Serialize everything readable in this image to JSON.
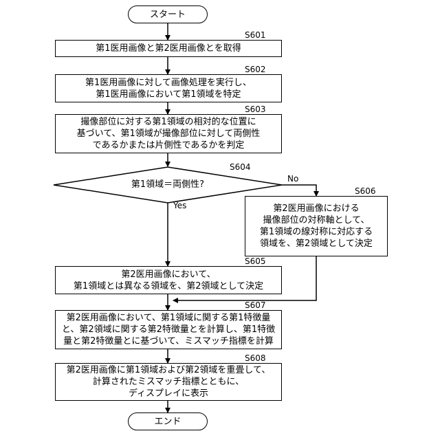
{
  "start": "スタート",
  "end": "エンド",
  "steps": {
    "s601": {
      "id": "S601",
      "text": "第1医用画像と第2医用画像とを取得"
    },
    "s602": {
      "id": "S602",
      "text": "第1医用画像に対して画像処理を実行し、\n第1医用画像において第1領域を特定"
    },
    "s603": {
      "id": "S603",
      "text": "撮像部位に対する第1領域の相対的な位置に\n基づいて、第1領域が撮像部位に対して両側性\nであるかまたは片側性であるかを判定"
    },
    "s604": {
      "id": "S604",
      "text": "第1領域＝両側性?"
    },
    "s605": {
      "id": "S605",
      "text": "第2医用画像において、\n第1領域とは異なる領域を、第2領域として決定"
    },
    "s606": {
      "id": "S606",
      "text": "第2医用画像における\n撮像部位の対称軸として、\n第1領域の線対称に対応する\n領域を、第2領域として決定"
    },
    "s607": {
      "id": "S607",
      "text": "第2医用画像において、第1領域に関する第1特徴量\nと、第2領域に関する第2特徴量とを計算し、第1特徴\n量と第2特徴量とに基づいて、ミスマッチ指標を計算"
    },
    "s608": {
      "id": "S608",
      "text": "第2医用画像に第1領域および第2領域を重畳して、\n計算されたミスマッチ指標とともに、\nディスプレイに表示"
    }
  },
  "branches": {
    "yes": "Yes",
    "no": "No"
  }
}
